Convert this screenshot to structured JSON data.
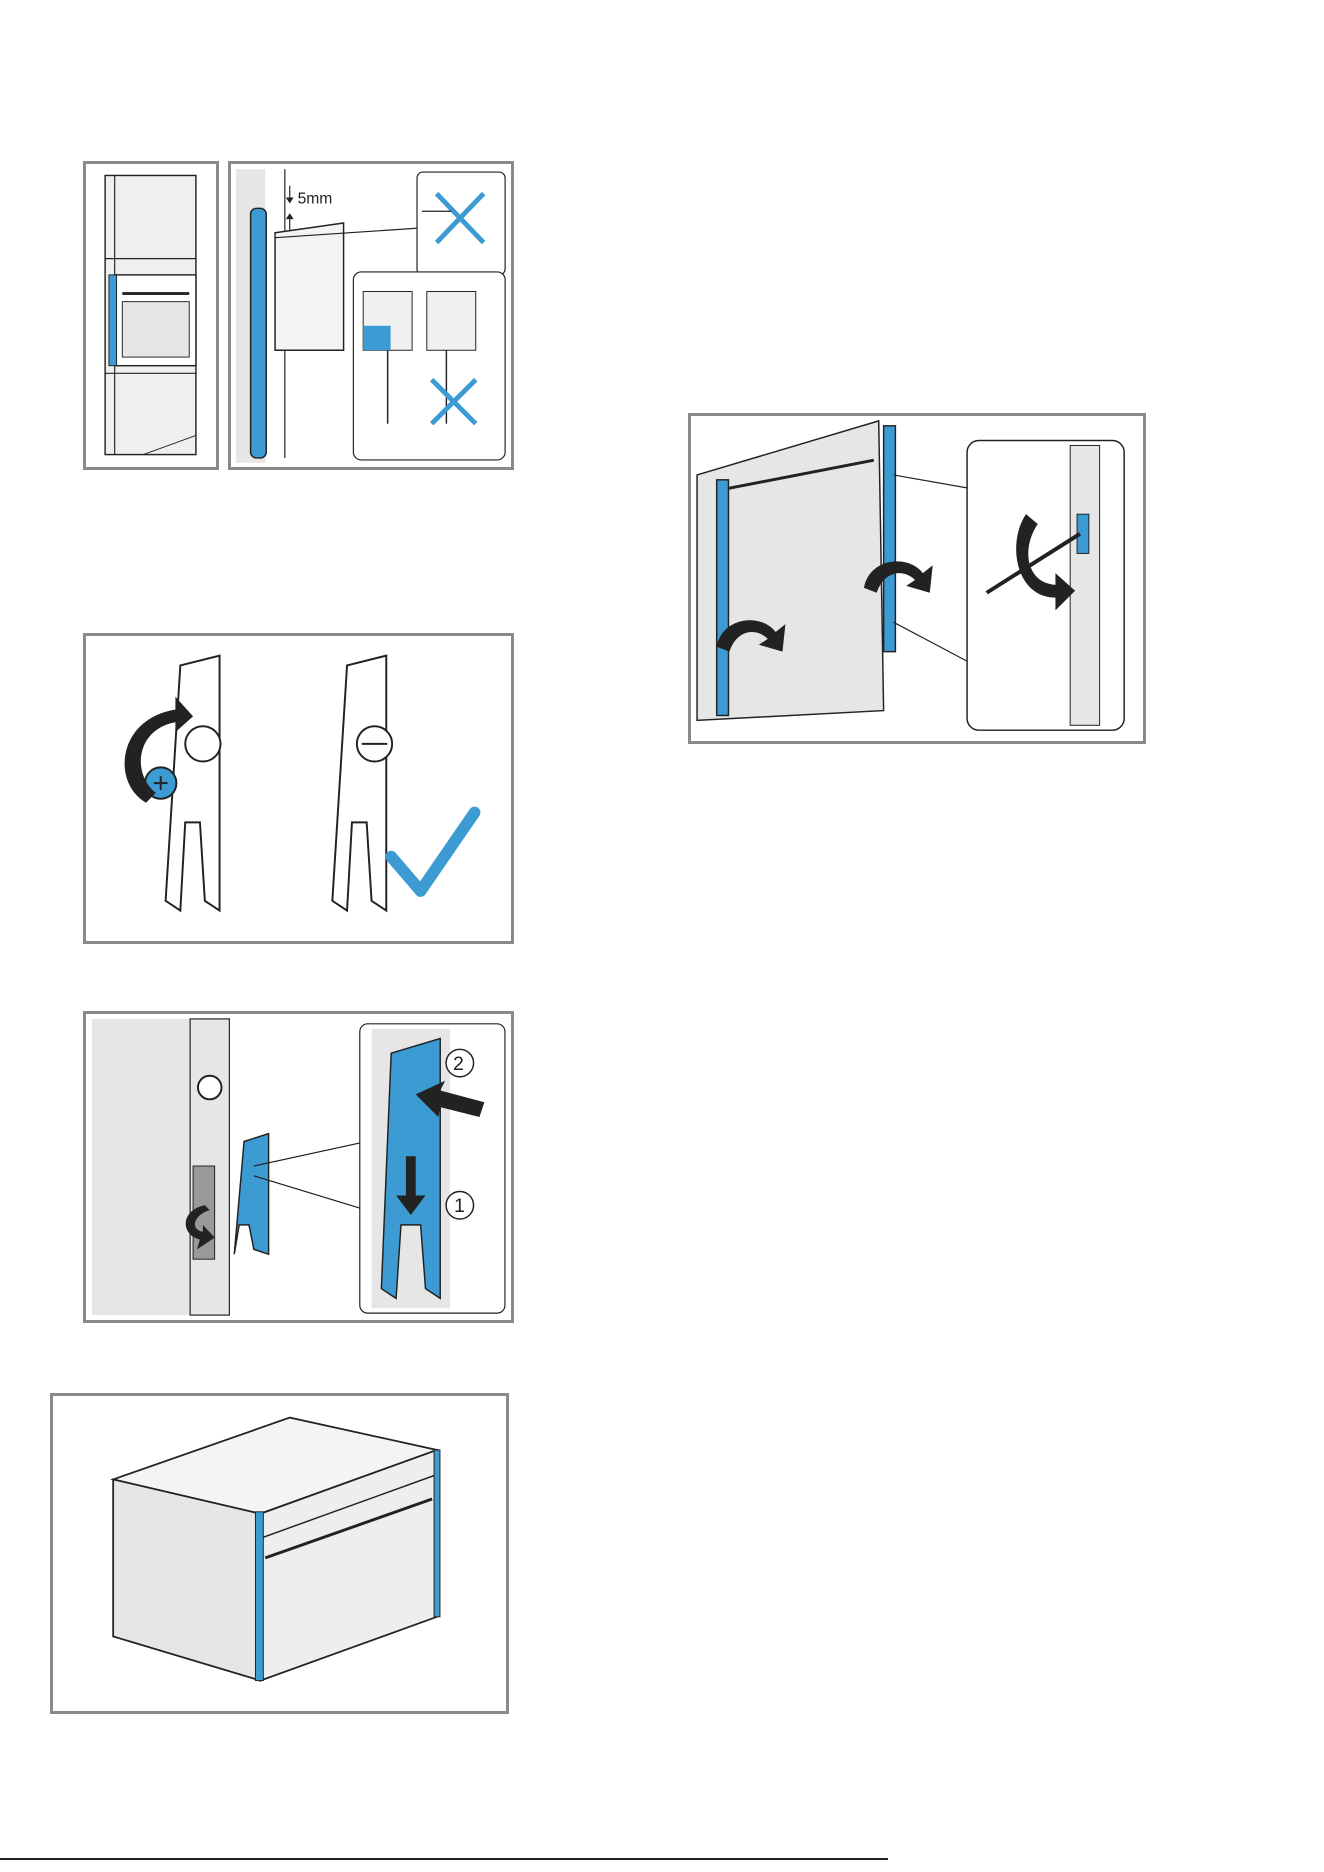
{
  "colors": {
    "accent_blue": "#3d9bd3",
    "frame_gray": "#8a8a8a",
    "line": "#222222",
    "panel_fill": "#e6e6e6"
  },
  "figure_top": {
    "measurement_label": "5mm",
    "approx_symbol": "≈"
  },
  "figure_clip": {
    "step_two_label": "2",
    "step_one_label": "1"
  },
  "icons": [
    "cross-icon",
    "check-icon",
    "rotate-arrow-icon",
    "push-arrow-icon"
  ]
}
